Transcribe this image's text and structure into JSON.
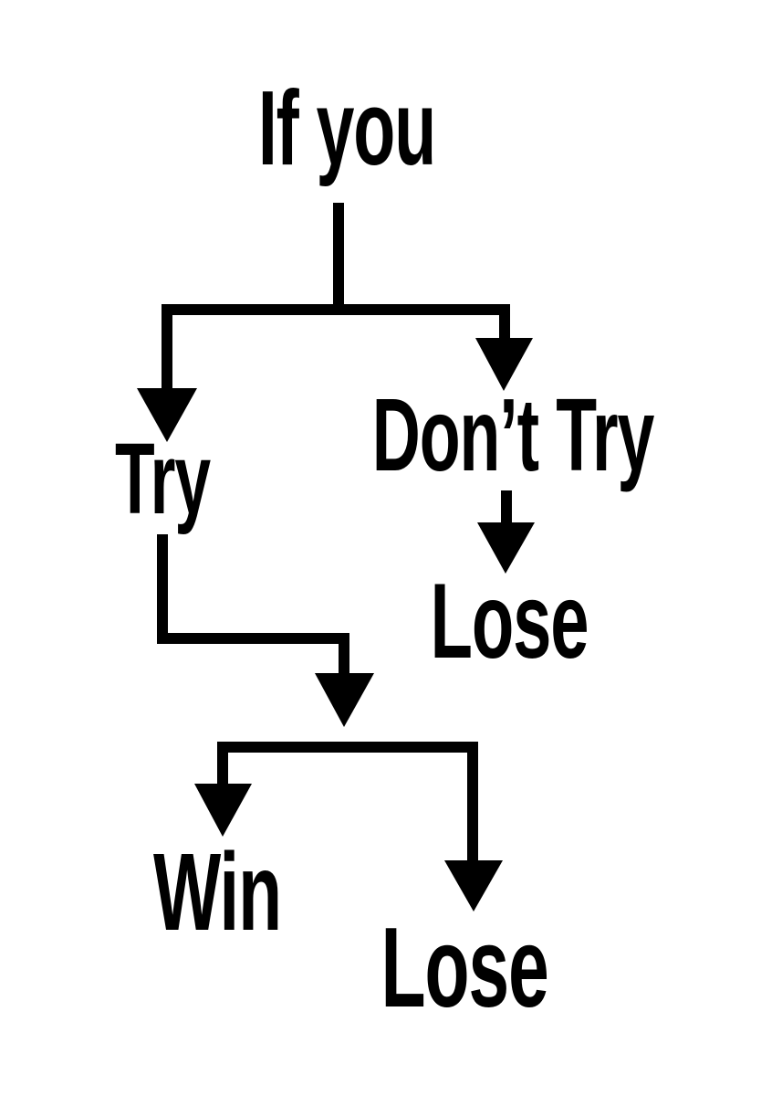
{
  "poster": {
    "background_color": "#ffffff",
    "ink_color": "#000000"
  },
  "nodes": [
    {
      "id": "root",
      "label": "If you"
    },
    {
      "id": "try",
      "label": "Try"
    },
    {
      "id": "dont-try",
      "label": "Don’t Try"
    },
    {
      "id": "lose-after-dont-try",
      "label": "Lose"
    },
    {
      "id": "win",
      "label": "Win"
    },
    {
      "id": "lose-after-try",
      "label": "Lose"
    }
  ],
  "edges": [
    {
      "from": "root",
      "to": "try"
    },
    {
      "from": "root",
      "to": "dont-try"
    },
    {
      "from": "dont-try",
      "to": "lose-after-dont-try"
    },
    {
      "from": "try",
      "to": "win"
    },
    {
      "from": "try",
      "to": "lose-after-try"
    }
  ]
}
